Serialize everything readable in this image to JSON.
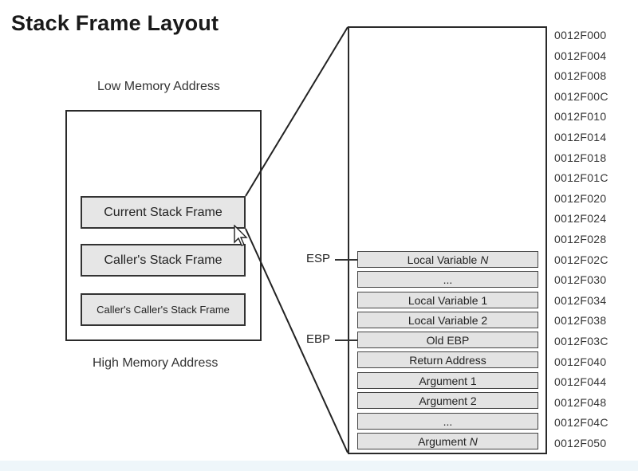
{
  "title": "Stack Frame Layout",
  "left_panel": {
    "low_label": "Low Memory Address",
    "high_label": "High Memory Address",
    "frames": [
      {
        "id": "current",
        "label": "Current Stack Frame"
      },
      {
        "id": "caller",
        "label": "Caller's Stack Frame"
      },
      {
        "id": "callers-caller",
        "label": "Caller's Caller's Stack Frame"
      }
    ]
  },
  "registers": {
    "esp": "ESP",
    "ebp": "EBP"
  },
  "stack_slots": [
    {
      "text": "Local Variable",
      "italic": "N"
    },
    {
      "text": "...",
      "italic": ""
    },
    {
      "text": "Local Variable 1",
      "italic": ""
    },
    {
      "text": "Local Variable 2",
      "italic": ""
    },
    {
      "text": "Old EBP",
      "italic": ""
    },
    {
      "text": "Return Address",
      "italic": ""
    },
    {
      "text": "Argument 1",
      "italic": ""
    },
    {
      "text": "Argument 2",
      "italic": ""
    },
    {
      "text": "...",
      "italic": ""
    },
    {
      "text": "Argument",
      "italic": "N"
    }
  ],
  "addresses": [
    "0012F000",
    "0012F004",
    "0012F008",
    "0012F00C",
    "0012F010",
    "0012F014",
    "0012F018",
    "0012F01C",
    "0012F020",
    "0012F024",
    "0012F028",
    "0012F02C",
    "0012F030",
    "0012F034",
    "0012F038",
    "0012F03C",
    "0012F040",
    "0012F044",
    "0012F048",
    "0012F04C",
    "0012F050"
  ]
}
